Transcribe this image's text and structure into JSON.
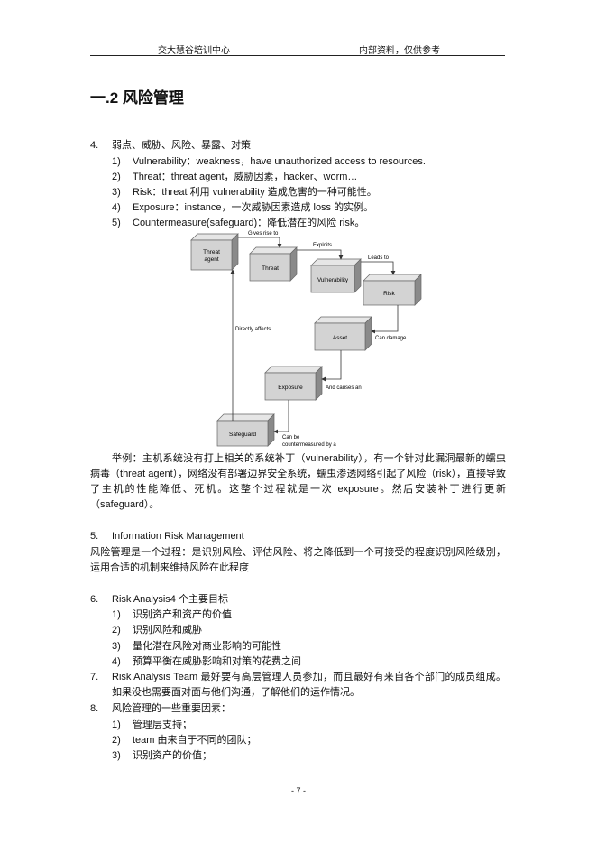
{
  "header": {
    "left": "交大慧谷培训中心",
    "right": "内部资料，仅供参考"
  },
  "section_title": "一.2 风险管理",
  "item4": {
    "num": "4.",
    "title": "弱点、威胁、风险、暴露、对策",
    "subitems": [
      {
        "n": "1)",
        "text": "Vulnerability：weakness，have unauthorized access to resources."
      },
      {
        "n": "2)",
        "text": "Threat：threat agent，威胁因素，hacker、worm…"
      },
      {
        "n": "3)",
        "text": "Risk：threat 利用 vulnerability 造成危害的一种可能性。"
      },
      {
        "n": "4)",
        "text": "Exposure：instance，一次威胁因素造成 loss 的实例。"
      },
      {
        "n": "5)",
        "text": "Countermeasure(safeguard)：降低潜在的风险 risk。"
      }
    ]
  },
  "diagram": {
    "boxes": {
      "threat_agent": [
        "Threat",
        "agent"
      ],
      "threat": "Threat",
      "vulnerability": "Vulnerability",
      "risk": "Risk",
      "asset": "Asset",
      "exposure": "Exposure",
      "safeguard": "Safeguard"
    },
    "labels": {
      "gives_rise_to": "Gives rise to",
      "exploits": "Exploits",
      "leads_to": "Leads to",
      "directly_affects": "Directly affects",
      "can_damage": "Can damage",
      "and_causes_an": "And causes an",
      "can_be": "Can be",
      "countermeasured": "countermeasured by a"
    }
  },
  "example_paragraph": "举例：主机系统没有打上相关的系统补丁（vulnerability），有一个针对此漏洞最新的蠕虫病毒（threat agent），网络没有部署边界安全系统，蠕虫渗透网络引起了风险（risk），直接导致了主机的性能降低、死机。这整个过程就是一次 exposure。然后安装补丁进行更新（safeguard）。",
  "item5": {
    "num": "5.",
    "title": "Information Risk Management",
    "paragraph": "风险管理是一个过程：是识别风险、评估风险、将之降低到一个可接受的程度识别风险级别，运用合适的机制来维持风险在此程度"
  },
  "item6": {
    "num": "6.",
    "title": "Risk Analysis4 个主要目标",
    "subitems": [
      {
        "n": "1)",
        "text": "识别资产和资产的价值"
      },
      {
        "n": "2)",
        "text": "识别风险和威胁"
      },
      {
        "n": "3)",
        "text": "量化潜在风险对商业影响的可能性"
      },
      {
        "n": "4)",
        "text": "预算平衡在威胁影响和对策的花费之间"
      }
    ]
  },
  "item7": {
    "num": "7.",
    "text": "Risk Analysis Team 最好要有高层管理人员参加，而且最好有来自各个部门的成员组成。如果没也需要面对面与他们沟通，了解他们的运作情况。"
  },
  "item8": {
    "num": "8.",
    "title": "风险管理的一些重要因素：",
    "subitems": [
      {
        "n": "1)",
        "text": "管理层支持；"
      },
      {
        "n": "2)",
        "text": "team 由来自于不同的团队；"
      },
      {
        "n": "3)",
        "text": "识别资产的价值；"
      }
    ]
  },
  "footer": "- 7 -"
}
